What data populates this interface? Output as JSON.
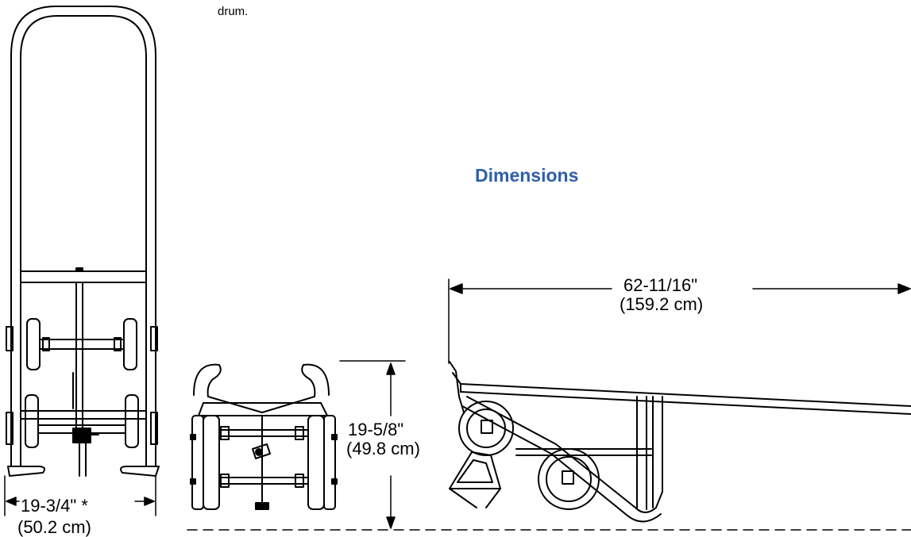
{
  "caption_fragment": "drum.",
  "heading": "Dimensions",
  "width_dimension": {
    "imperial": "19-3/4\" *",
    "metric": "(50.2 cm)"
  },
  "height_dimension": {
    "imperial": "19-5/8\"",
    "metric": "(49.8 cm)"
  },
  "length_dimension": {
    "imperial": "62-11/16\"",
    "metric": "(159.2 cm)"
  },
  "colors": {
    "heading": "#2f5fa8",
    "line_art": "#000000"
  }
}
